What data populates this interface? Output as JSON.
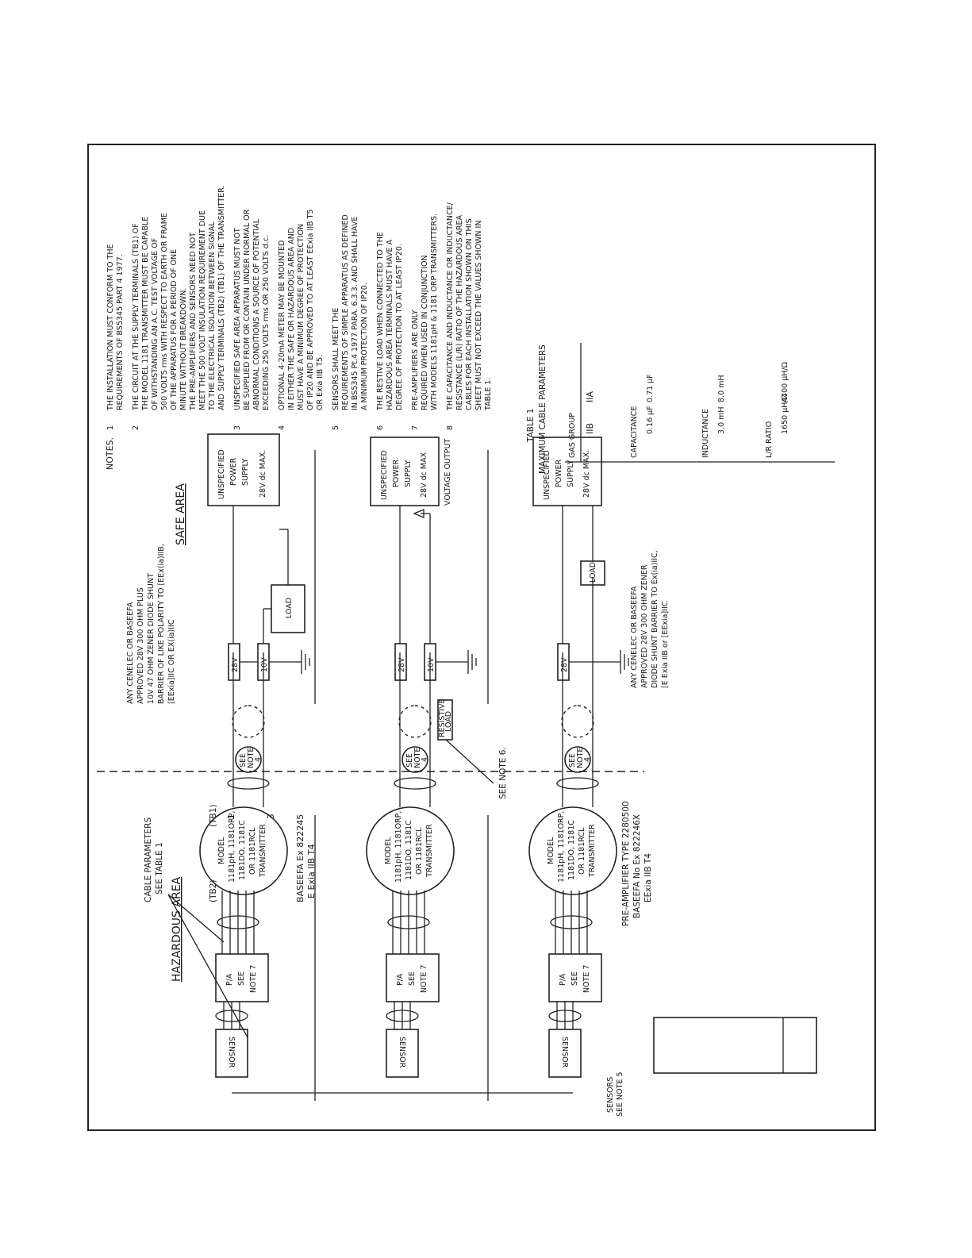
{
  "areas": {
    "hazardous": "HAZARDOUS AREA",
    "safe": "SAFE AREA"
  },
  "cable_params": [
    "CABLE PARAMETERS",
    "SEE TABLE 1"
  ],
  "tb": {
    "tb1": "(TB1)",
    "tb2": "(TB2)",
    "t1": "1",
    "t2": "1",
    "t3": "3"
  },
  "sections": [
    {
      "sensor": "SENSOR",
      "pa": [
        "P/A",
        "SEE",
        "NOTE 7"
      ],
      "transmitter": [
        "MODEL",
        "1181pH, 1181ORP,",
        "1181DO, 1181C",
        "OR 1181RCL",
        "TRANSMITTER"
      ],
      "cert": [
        "BASEEFA Ex 822245",
        "E Exia IIB T4"
      ],
      "see_note": [
        "SEE",
        "NOTE",
        "4"
      ],
      "barrier_v1": "28V",
      "barrier_v2": "10V",
      "barrier_text": [
        "ANY CENELEC OR BASEEFA",
        "APPROVED 28V 300 OHM PLUS",
        "10V 47 OHM ZENER DIODE SHUNT",
        "BARRIER OF LIKE POLARITY TO [EEx(ia)IIB,",
        "[EExia]IIC OR EX(ia)IIC"
      ],
      "load": "LOAD",
      "power": [
        "UNSPECIFIED",
        "POWER",
        "SUPPLY",
        "28V dc MAX."
      ]
    },
    {
      "sensor": "SENSOR",
      "pa": [
        "P/A",
        "SEE",
        "NOTE 7"
      ],
      "transmitter": [
        "MODEL",
        "1181pH, 1181ORP,",
        "1181DO, 1181C",
        "OR 1181RCL",
        "TRANSMITTER"
      ],
      "see_note": [
        "SEE",
        "NOTE",
        "4"
      ],
      "barrier_v1": "28V",
      "barrier_v2": "10V",
      "resistive_load": [
        "RESISTIVE",
        "LOAD"
      ],
      "see_note6": "SEE NOTE 6.",
      "voltage_output": "VOLTAGE OUTPUT",
      "power": [
        "UNSPECIFIED",
        "POWER",
        "SUPPLY",
        "28V dc MAX"
      ]
    },
    {
      "sensor": "SENSOR",
      "pa": [
        "P/A",
        "SEE",
        "NOTE 7"
      ],
      "transmitter": [
        "MODEL",
        "1181pH, 1181ORP,",
        "1181DO, 1181C",
        "OR 1181RCL",
        "TRANSMITTER"
      ],
      "preamp": [
        "PRE-AMPLIFIER TYPE 2280500",
        "BASEEFA No Ex 822246X",
        "EExia IIB T4"
      ],
      "see_note": [
        "SEE",
        "NOTE",
        "4"
      ],
      "barrier_v1": "28V",
      "barrier_text": [
        "ANY CENELEC OR BASEEFA",
        "APPROVED 28V 300 OHM ZENER",
        "DIODE SHUNT BARRIER TO Ex(ia)IIC,",
        "[E Exia IIB or [EExia]IIC"
      ],
      "load": "LOAD",
      "power": [
        "UNSPECIFIED",
        "POWER",
        "SUPPLY",
        "28V dc MAX."
      ]
    }
  ],
  "sensors_note": [
    "SENSORS",
    "SEE NOTE 5"
  ],
  "notes": {
    "heading": "NOTES.",
    "items": [
      {
        "num": "1",
        "lines": [
          "THE INSTALLATION MUST CONFORM TO THE",
          "REQUIREMENTS OF BS5345 PART 4 1977."
        ]
      },
      {
        "num": "2",
        "lines": [
          "THE CIRCUIT AT THE SUPPLY TERMINALS (TB1) OF",
          "THE MODEL 1181 TRANSMITTER MUST BE CAPABLE",
          "OF WITHSTANDING AN A.C. TEST VOLTAGE OF",
          "500 VOLTS rms WITH RESPECT TO EARTH OR FRAME",
          "OF THE APPARATUS FOR A PERIOD OF ONE",
          "MINUTE WITHOUT BREAKDOWN.",
          "THE PRE-AMPLIFIERS AND SENSORS NEED NOT",
          "MEET THE 500 VOLT INSULATION REQUIREMENT DUE",
          "TO THE ELECTRICAL ISOLATION BETWEEN SIGNAL",
          "AND SUPPLY TERMINALS (TB2) (TB1) OF THE TRANSMITTER."
        ]
      },
      {
        "num": "3",
        "lines": [
          "UNSPECIFIED SAFE AREA APPARATUS MUST NOT",
          "BE SUPPLIED FROM OR CONTAIN UNDER NORMAL OR",
          "ABNORMAL CONDITIONS A SOURCE OF POTENTIAL",
          "EXCEEDING 250 VOLTS rms OR 250 VOLTS d.c."
        ]
      },
      {
        "num": "4",
        "lines": [
          "OPTIONAL 4-20mA METER MAY BE MOUNTED",
          "IN EITHER THE SAFE OR HAZARDOUS AREA AND",
          "MUST HAVE A MINIMUM DEGREE OF PROTECTION",
          "OF IP20 AND BE APPROVED TO AT LEAST EExia IIB T5",
          "OR Exia IIB T5."
        ]
      },
      {
        "num": "5",
        "lines": [
          "SENSORS SHALL MEET THE",
          "REQUIREMENTS OF SIMPLE APPARATUS AS DEFINED",
          "IN BS5345 Pt.4 1977 PARA. 6.3.3. AND SHALL HAVE",
          "A MINIMUM PROTECTION OF IP20."
        ]
      },
      {
        "num": "6",
        "lines": [
          "THE RESTIVE LOAD WHEN CONNECTED TO THE",
          "HAZARDOUS AREA TERMINALS MUST HAVE A",
          "DEGREE OF PROTECTION TO AT LEAST IP20."
        ]
      },
      {
        "num": "7",
        "lines": [
          "PRE-AMPLIFIERS ARE ONLY",
          "REQUIRED WHEN USED IN CONJUNCTION",
          "WITH MODELS 1181pH & 1181 ORP TRANSMITTERS."
        ]
      },
      {
        "num": "8",
        "lines": [
          "THE CAPACITANCE AND INDUCTANCE OR INDUCTANCE/",
          "RESISTANCE (L/R) RATIO OF THE HAZARDOUS AREA",
          "CABLES FOR EACH INSTALLATION SHOWN ON THIS",
          "SHEET MUST NOT EXCEED THE VALUES SHOWN IN",
          "TABLE 1."
        ]
      }
    ]
  },
  "table1": {
    "title": "TABLE 1",
    "subtitle": "MAXIMUM CABLE PARAMETERS",
    "headers": [
      "GAS GROUP",
      "CAPACITANCE",
      "INDUCTANCE",
      "L/R RATIO"
    ],
    "rows": [
      [
        "IIB",
        "0.16 µF",
        "3.0 mH",
        "1650 µH/Ω"
      ],
      [
        "IIA",
        "0.71 µF",
        "8.0 mH",
        "4400 µH/Ω"
      ]
    ]
  },
  "title_block": {
    "text": ""
  }
}
